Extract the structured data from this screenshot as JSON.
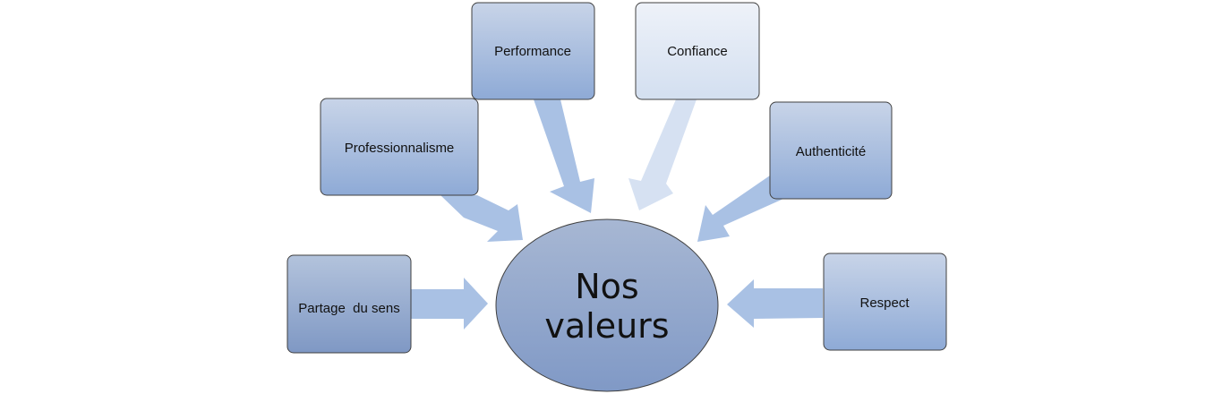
{
  "center": {
    "line1": "Nos",
    "line2": "valeurs"
  },
  "values": [
    {
      "label": "Partage  du sens",
      "fill": "dark"
    },
    {
      "label": "Professionnalisme",
      "fill": "mid"
    },
    {
      "label": "Performance",
      "fill": "mid"
    },
    {
      "label": "Confiance",
      "fill": "light"
    },
    {
      "label": "Authenticité",
      "fill": "mid"
    },
    {
      "label": "Respect",
      "fill": "mid"
    }
  ],
  "colors": {
    "box_dark_top": "#b3c3dc",
    "box_dark_bottom": "#7f98c4",
    "box_mid_top": "#c8d4e8",
    "box_mid_bottom": "#8eaad6",
    "box_light_top": "#eef2f9",
    "box_light_bottom": "#d3dff0",
    "arrow": "#a9c1e4",
    "arrow_light": "#d6e1f2",
    "circle_top": "#a7b7d3",
    "circle_bottom": "#8099c6",
    "stroke": "#404040"
  }
}
